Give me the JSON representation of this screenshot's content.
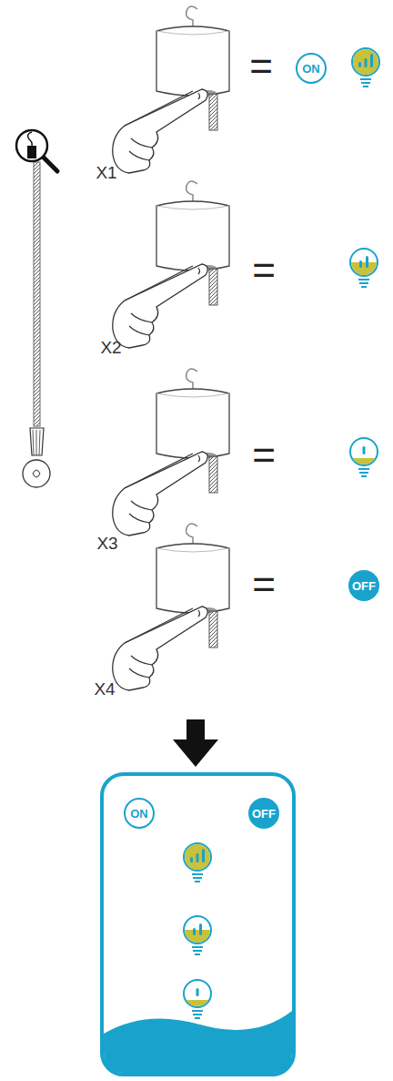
{
  "diagram": {
    "nodes": [
      {
        "text": [
          "ON"
        ]
      },
      {
        "text": [
          "OFF"
        ]
      },
      {
        "text": [
          "ON"
        ]
      },
      {
        "text": [
          "OFF"
        ]
      }
    ],
    "labels": [
      "=",
      "X1",
      "=",
      "X2",
      "=",
      "X3",
      "=",
      "X4"
    ]
  }
}
